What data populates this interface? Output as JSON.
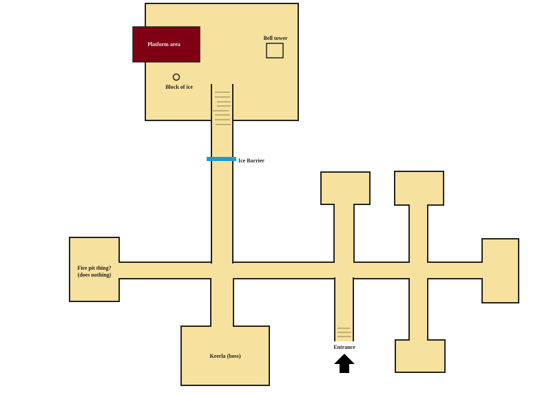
{
  "colors": {
    "floor": "#f6e19e",
    "wall": "#222222",
    "platform": "#7f0013",
    "ice_barrier": "#1b9ad6",
    "arrow": "#000000"
  },
  "labels": {
    "platform_area": "Platform area",
    "bell_tower": "Bell tower",
    "block_of_ice": "Block of ice",
    "ice_barrier": "Ice Barrier",
    "fire_pit_line1": "Fire pit thing?",
    "fire_pit_line2": "(does nothing)",
    "boss": "Keerla (boss)",
    "entrance": "Entrance"
  }
}
